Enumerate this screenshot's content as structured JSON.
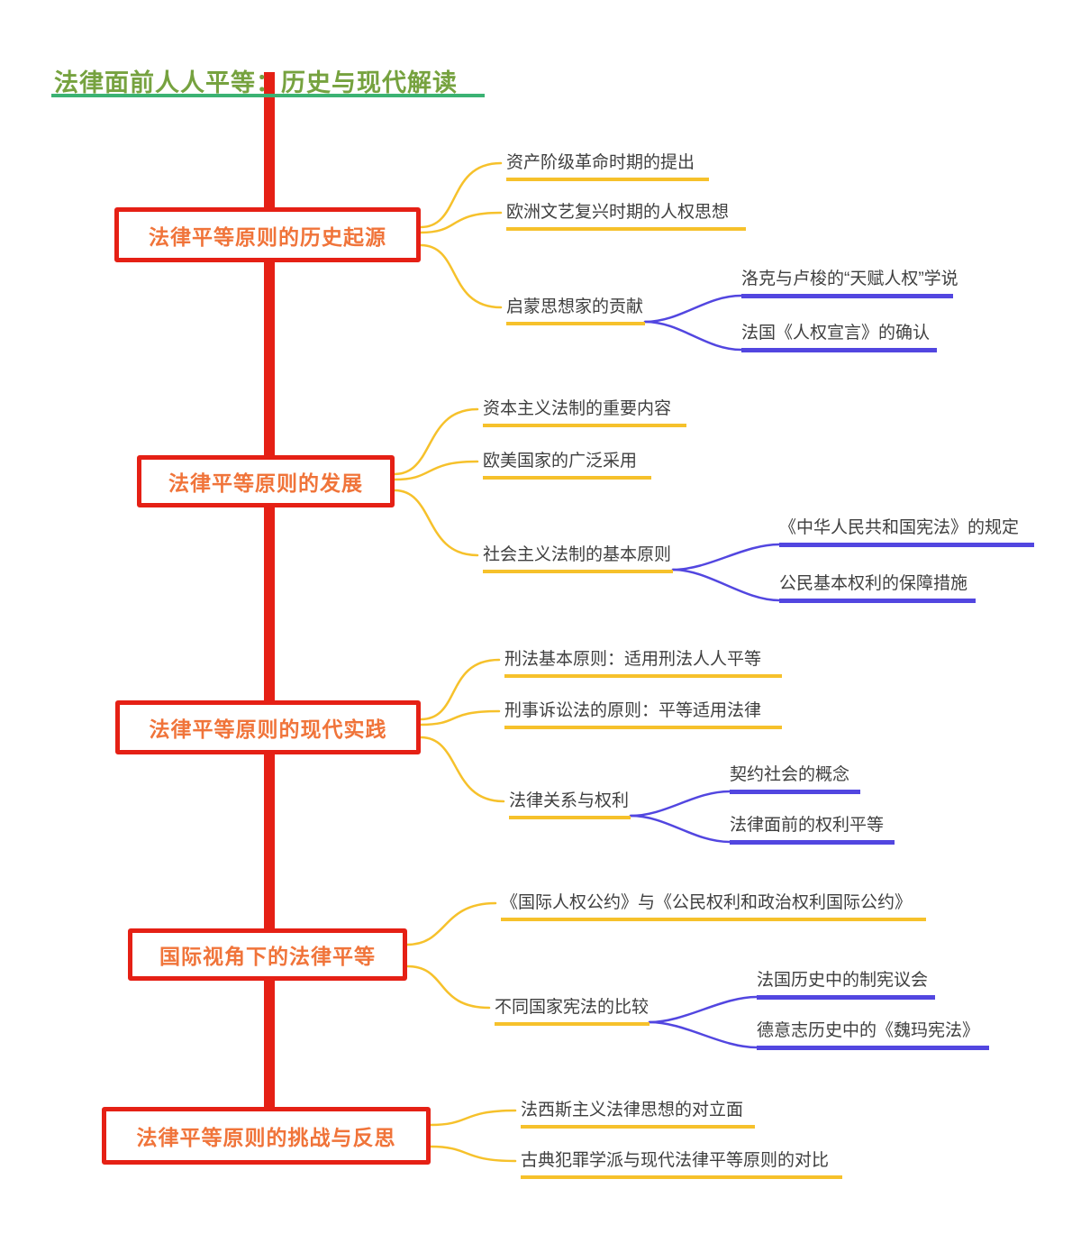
{
  "title": "法律面前人人平等：历史与现代解读",
  "colors": {
    "spine_red": "#e52015",
    "branch_text_orange": "#f0743a",
    "subtopic_underline_yellow": "#f6c12b",
    "detail_underline_blue": "#5246e0",
    "title_text_green": "#76a23f",
    "title_underline_green": "#3bb273",
    "leaf_text": "#3f3f3f"
  },
  "branches": [
    {
      "label": "法律平等原则的历史起源",
      "children": [
        {
          "text": "资产阶级革命时期的提出"
        },
        {
          "text": "欧洲文艺复兴时期的人权思想"
        },
        {
          "text": "启蒙思想家的贡献",
          "children": [
            {
              "text": "洛克与卢梭的“天赋人权”学说"
            },
            {
              "text": "法国《人权宣言》的确认"
            }
          ]
        }
      ]
    },
    {
      "label": "法律平等原则的发展",
      "children": [
        {
          "text": "资本主义法制的重要内容"
        },
        {
          "text": "欧美国家的广泛采用"
        },
        {
          "text": "社会主义法制的基本原则",
          "children": [
            {
              "text": "《中华人民共和国宪法》的规定"
            },
            {
              "text": "公民基本权利的保障措施"
            }
          ]
        }
      ]
    },
    {
      "label": "法律平等原则的现代实践",
      "children": [
        {
          "text": "刑法基本原则：适用刑法人人平等"
        },
        {
          "text": "刑事诉讼法的原则：平等适用法律"
        },
        {
          "text": "法律关系与权利",
          "children": [
            {
              "text": "契约社会的概念"
            },
            {
              "text": "法律面前的权利平等"
            }
          ]
        }
      ]
    },
    {
      "label": "国际视角下的法律平等",
      "children": [
        {
          "text": "《国际人权公约》与《公民权利和政治权利国际公约》"
        },
        {
          "text": "不同国家宪法的比较",
          "children": [
            {
              "text": "法国历史中的制宪议会"
            },
            {
              "text": "德意志历史中的《魏玛宪法》"
            }
          ]
        }
      ]
    },
    {
      "label": "法律平等原则的挑战与反思",
      "children": [
        {
          "text": "法西斯主义法律思想的对立面"
        },
        {
          "text": "古典犯罪学派与现代法律平等原则的对比"
        }
      ]
    }
  ]
}
